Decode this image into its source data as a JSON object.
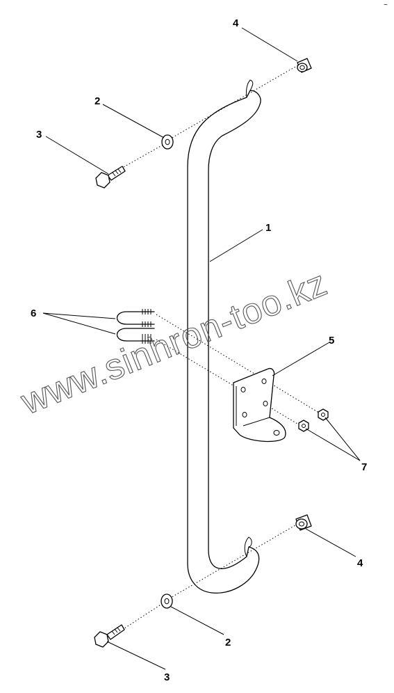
{
  "callouts": {
    "n1": "1",
    "n2_top": "2",
    "n2_bottom": "2",
    "n3_top": "3",
    "n3_bottom": "3",
    "n4_top": "4",
    "n4_bottom": "4",
    "n5": "5",
    "n6": "6",
    "n7": "7"
  },
  "watermark": "www.sinhron-too.kz",
  "corner_mark": "~"
}
